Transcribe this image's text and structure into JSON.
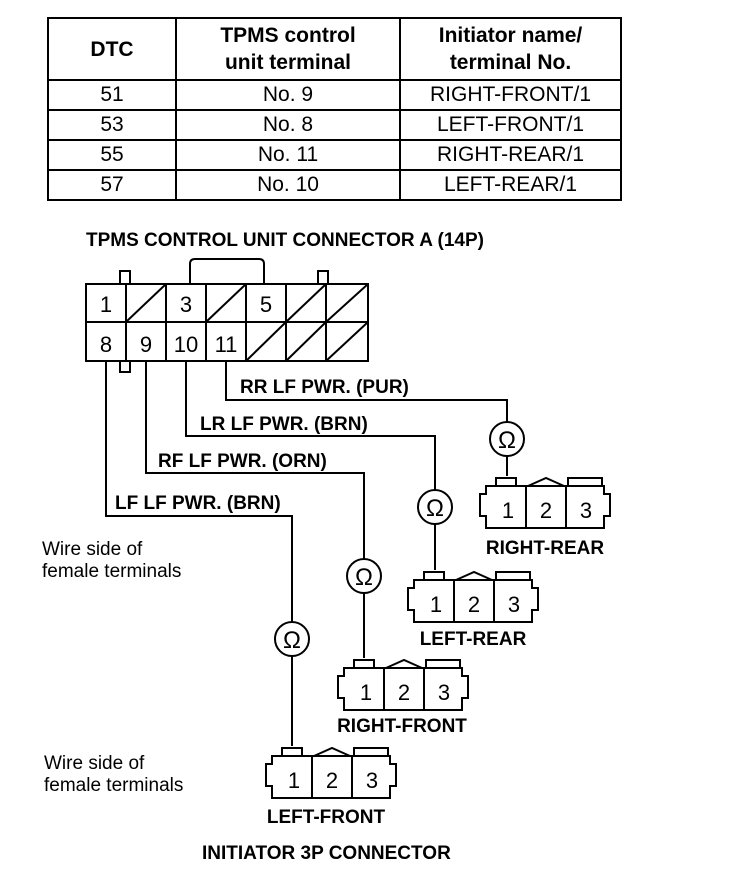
{
  "table": {
    "headers": [
      "DTC",
      "TPMS control unit terminal",
      "Initiator name/ terminal No."
    ],
    "header_lines": [
      [
        "DTC"
      ],
      [
        "TPMS control",
        "unit terminal"
      ],
      [
        "Initiator name/",
        "terminal No."
      ]
    ],
    "rows": [
      [
        "51",
        "No. 9",
        "RIGHT-FRONT/1"
      ],
      [
        "53",
        "No. 8",
        "LEFT-FRONT/1"
      ],
      [
        "55",
        "No. 11",
        "RIGHT-REAR/1"
      ],
      [
        "57",
        "No. 10",
        "LEFT-REAR/1"
      ]
    ]
  },
  "diagram": {
    "control_unit_title": "TPMS CONTROL UNIT CONNECTOR A (14P)",
    "top_pins": [
      "1",
      "3",
      "5"
    ],
    "bottom_pins": [
      "8",
      "9",
      "10",
      "11"
    ],
    "wires": {
      "rr": "RR LF PWR. (PUR)",
      "lr": "LR LF PWR. (BRN)",
      "rf": "RF LF PWR. (ORN)",
      "lf": "LF LF PWR. (BRN)"
    },
    "wire_side_note_1": [
      "Wire side of",
      "female terminals"
    ],
    "wire_side_note_2": [
      "Wire side of",
      "female terminals"
    ],
    "ohm_symbol": "Ω",
    "initiator_pins": [
      "1",
      "2",
      "3"
    ],
    "initiators": {
      "right_rear": "RIGHT-REAR",
      "left_rear": "LEFT-REAR",
      "right_front": "RIGHT-FRONT",
      "left_front": "LEFT-FRONT"
    },
    "initiator_title": "INITIATOR 3P CONNECTOR"
  }
}
